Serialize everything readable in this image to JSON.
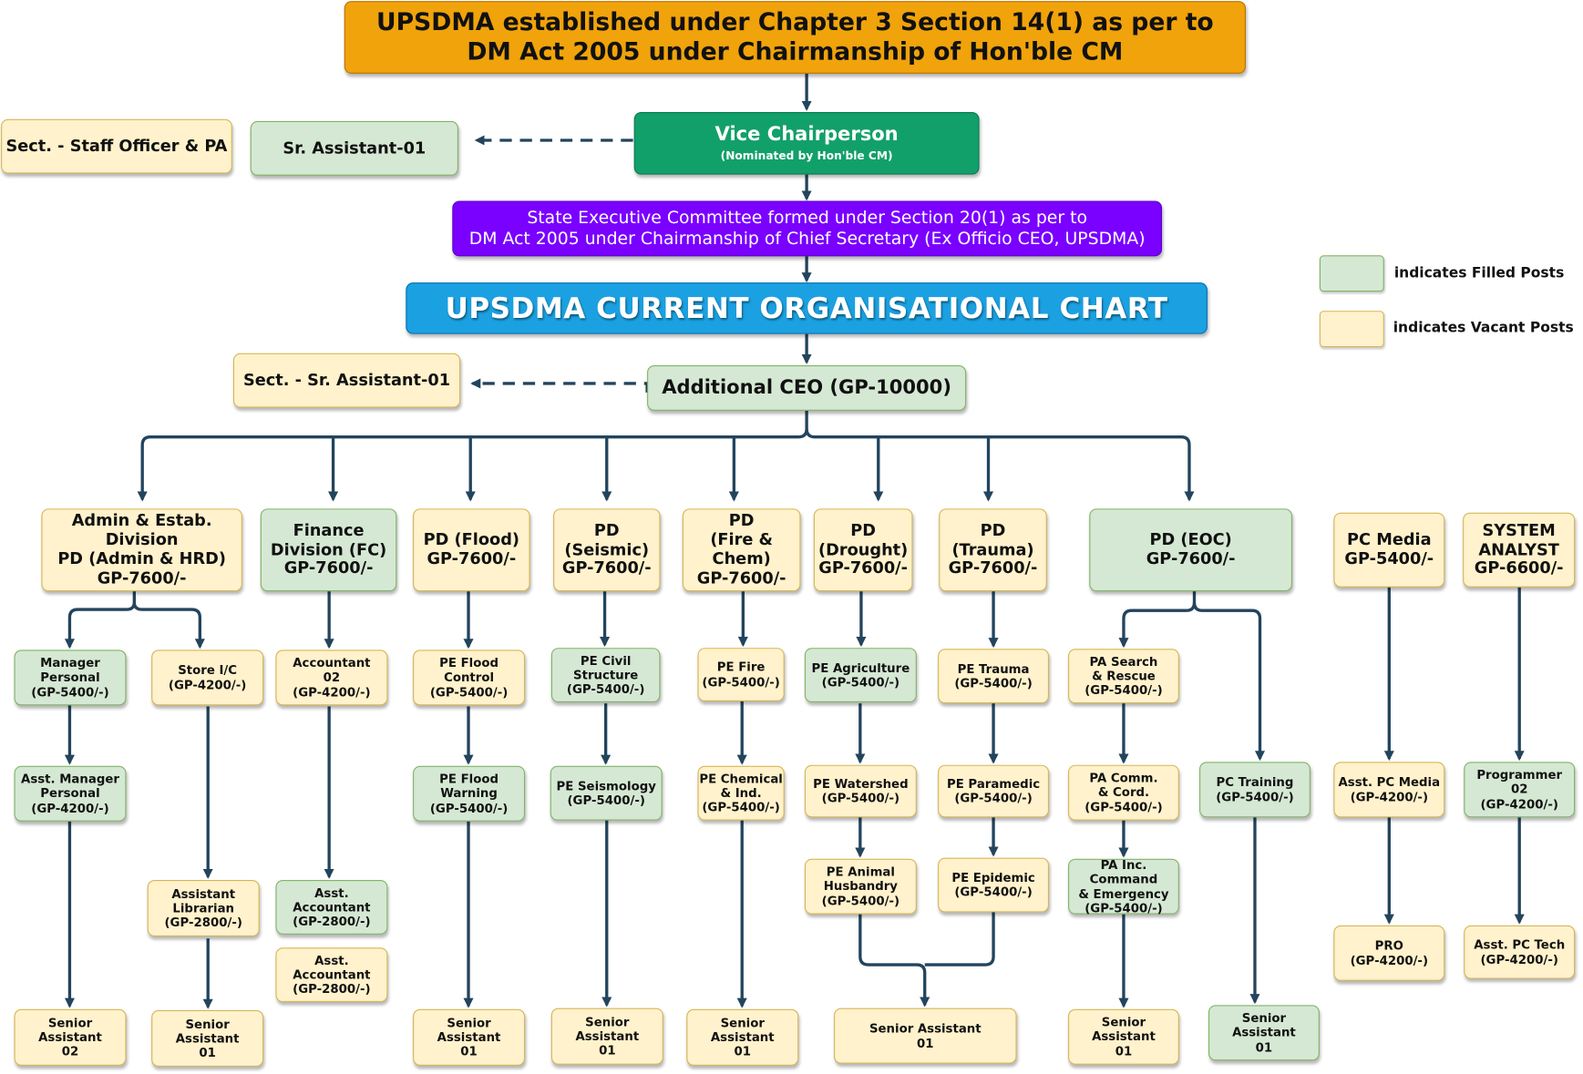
{
  "header": {
    "establishment_line1": "UPSDMA established under Chapter 3 Section 14(1) as per to",
    "establishment_line2": "DM Act 2005 under Chairmanship of Hon'ble CM",
    "vice_chair_title": "Vice Chairperson",
    "vice_chair_sub": "(Nominated by Hon'ble CM)",
    "sec_line1": "State Executive Committee formed under Section 20(1) as per to",
    "sec_line2": "DM Act 2005 under Chairmanship of Chief Secretary (Ex Officio CEO, UPSDMA)",
    "chart_title": "UPSDMA CURRENT ORGANISATIONAL CHART",
    "additional_ceo": "Additional CEO (GP-10000)"
  },
  "side": {
    "staff_officer": "Sect. - Staff Officer & PA",
    "sr_assistant": "Sr. Assistant-01",
    "sect_sr_assistant": "Sect. - Sr. Assistant-01"
  },
  "legend": {
    "filled": "indicates Filled Posts",
    "vacant": "indicates Vacant Posts",
    "filled_color": "#d5e8d4",
    "vacant_color": "#fff2cc"
  },
  "divisions": {
    "admin": [
      "Admin & Estab. Division",
      "PD (Admin & HRD)",
      "GP-7600/-"
    ],
    "finance": [
      "Finance",
      "Division (FC)",
      "GP-7600/-"
    ],
    "flood": [
      "PD (Flood)",
      "GP-7600/-"
    ],
    "seismic": [
      "PD",
      "(Seismic)",
      "GP-7600/-"
    ],
    "fire": [
      "PD",
      "(Fire & Chem)",
      "GP-7600/-"
    ],
    "drought": [
      "PD",
      "(Drought)",
      "GP-7600/-"
    ],
    "trauma": [
      "PD (Trauma)",
      "GP-7600/-"
    ],
    "eoc": [
      "PD (EOC)",
      "GP-7600/-"
    ],
    "media": [
      "PC Media",
      "GP-5400/-"
    ],
    "system": [
      "SYSTEM",
      "ANALYST",
      "GP-6600/-"
    ]
  },
  "posts": {
    "manager_personal": [
      "Manager",
      "Personal",
      "(GP-5400/-)"
    ],
    "asst_manager_personal": [
      "Asst. Manager",
      "Personal",
      "(GP-4200/-)"
    ],
    "admin_senior_assistant": [
      "Senior Assistant",
      "02"
    ],
    "store_ic": [
      "Store I/C",
      "(GP-4200/-)"
    ],
    "assistant_librarian": [
      "Assistant",
      "Librarian",
      "(GP-2800/-)"
    ],
    "store_senior_assistant": [
      "Senior Assistant",
      "01"
    ],
    "accountant": [
      "Accountant",
      "02",
      "(GP-4200/-)"
    ],
    "asst_accountant_a": [
      "Asst. Accountant",
      "(GP-2800/-)"
    ],
    "asst_accountant_b": [
      "Asst. Accountant",
      "(GP-2800/-)"
    ],
    "pe_flood_control": [
      "PE Flood",
      "Control",
      "(GP-5400/-)"
    ],
    "pe_flood_warning": [
      "PE Flood",
      "Warning",
      "(GP-5400/-)"
    ],
    "flood_senior_assistant": [
      "Senior Assistant",
      "01"
    ],
    "pe_civil_structure": [
      "PE Civil",
      "Structure",
      "(GP-5400/-)"
    ],
    "pe_seismology": [
      "PE Seismology",
      "(GP-5400/-)"
    ],
    "seismic_senior_assistant": [
      "Senior Assistant",
      "01"
    ],
    "pe_fire": [
      "PE Fire",
      "(GP-5400/-)"
    ],
    "pe_chemical": [
      "PE Chemical",
      "& Ind.",
      "(GP-5400/-)"
    ],
    "fire_senior_assistant": [
      "Senior Assistant",
      "01"
    ],
    "pe_agriculture": [
      "PE Agriculture",
      "(GP-5400/-)"
    ],
    "pe_watershed": [
      "PE Watershed",
      "(GP-5400/-)"
    ],
    "pe_animal_husbandry": [
      "PE Animal",
      "Husbandry",
      "(GP-5400/-)"
    ],
    "drought_trauma_senior_assistant": [
      "Senior Assistant",
      "01"
    ],
    "pe_trauma": [
      "PE Trauma",
      "(GP-5400/-)"
    ],
    "pe_paramedic": [
      "PE Paramedic",
      "(GP-5400/-)"
    ],
    "pe_epidemic": [
      "PE Epidemic",
      "(GP-5400/-)"
    ],
    "pa_search_rescue": [
      "PA Search",
      "& Rescue",
      "(GP-5400/-)"
    ],
    "pa_comm_cord": [
      "PA Comm.",
      "& Cord.",
      "(GP-5400/-)"
    ],
    "pa_inc_command": [
      "PA Inc. Command",
      "& Emergency",
      "(GP-5400/-)"
    ],
    "eoc_senior_assistant": [
      "Senior Assistant",
      "01"
    ],
    "pc_training": [
      "PC Training",
      "(GP-5400/-)"
    ],
    "training_senior_assistant": [
      "Senior Assistant",
      "01"
    ],
    "asst_pc_media": [
      "Asst. PC Media",
      "(GP-4200/-)"
    ],
    "pro": [
      "PRO",
      "(GP-4200/-)"
    ],
    "programmer": [
      "Programmer",
      "02",
      "(GP-4200/-)"
    ],
    "asst_pc_tech": [
      "Asst. PC Tech",
      "(GP-4200/-)"
    ]
  }
}
